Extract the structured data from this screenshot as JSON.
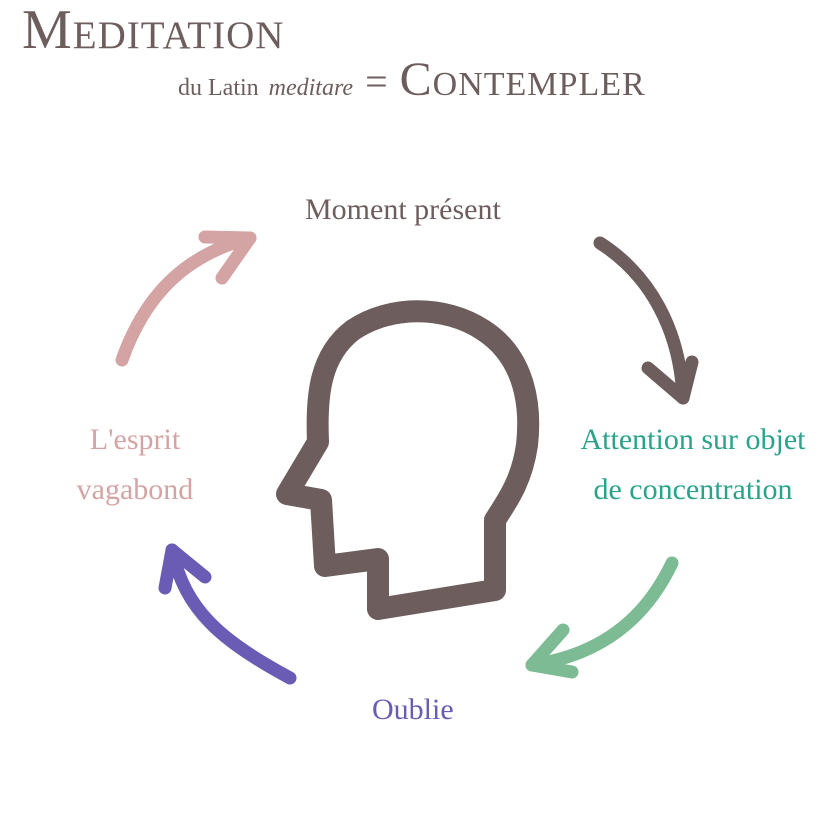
{
  "header": {
    "title": "Meditation",
    "subtitle_prefix": "du Latin",
    "subtitle_word": "meditare",
    "equals": "=",
    "subtitle_meaning": "Contempler"
  },
  "cycle": {
    "top": "Moment présent",
    "right_line1": "Attention sur objet",
    "right_line2": "de concentration",
    "bottom": "Oublie",
    "left_line1": "L'esprit",
    "left_line2": "vagabond"
  },
  "colors": {
    "text_main": "#6e5d5d",
    "head": "#6e5d5d",
    "arrow_top_right": "#6e5d5d",
    "teal_text": "#2aa38a",
    "arrow_bottom_right": "#7dbb94",
    "purple": "#6a5cb5",
    "pink": "#d4a3a3"
  },
  "icons": {
    "head": "head-profile-icon",
    "arrows": "curved-arrow-icon"
  }
}
